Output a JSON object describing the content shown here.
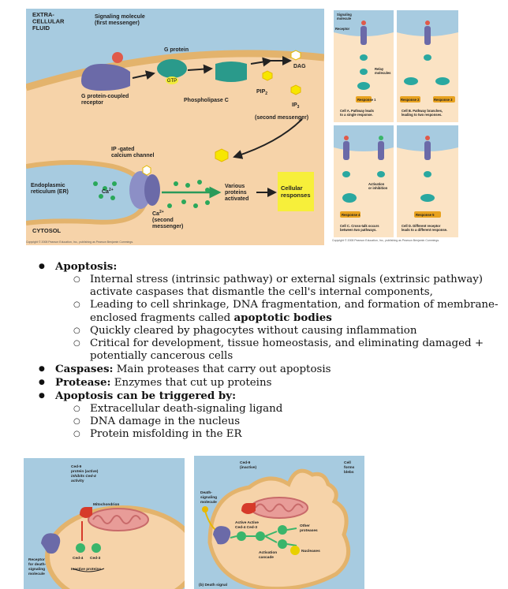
{
  "fig1": {
    "extracellular": [
      "EXTRA-",
      "CELLULAR",
      "FLUID"
    ],
    "signaling": [
      "Signaling molecule",
      "(first messenger)"
    ],
    "g_protein": "G protein",
    "gtp": "GTP",
    "gpcr": [
      "G protein-coupled",
      "receptor"
    ],
    "plc": "Phospholipase C",
    "dag": "DAG",
    "pip2": "PIP",
    "pip2_sub": "2",
    "ip3": "IP",
    "ip3_sub": "3",
    "second_messenger": "(second messenger)",
    "ip3_gated": [
      "IP -gated",
      "calcium channel"
    ],
    "er": [
      "Endoplasmic",
      "reticulum (ER)"
    ],
    "ca_er": "Ca",
    "various": [
      "Various",
      "proteins",
      "activated"
    ],
    "cellular": [
      "Cellular",
      "responses"
    ],
    "ca_second": [
      "Ca",
      "(second",
      "messenger)"
    ],
    "sup_2plus": "2+",
    "cytosol": "CYTOSOL",
    "copyright": "Copyright © 2008 Pearson Education, Inc., publishing as Pearson Benjamin Cummings."
  },
  "fig2": {
    "signaling_molecule": [
      "Signaling",
      "molecule"
    ],
    "receptor": "Receptor",
    "relay": [
      "Relay",
      "molecule",
      "s"
    ],
    "response1": "Response 1",
    "response2": "Response 2",
    "response3": "Response 3",
    "response4": "Response 4",
    "response5": "Response 5",
    "cell_a": [
      "Cell A. Pathway leads",
      "to a single response."
    ],
    "cell_b": [
      "Cell B. Pathway branches,",
      "leading to two responses."
    ],
    "activation": [
      "Activation",
      "or inhibition"
    ],
    "cell_c": [
      "Cell C. Cross-talk occurs",
      "between two pathways."
    ],
    "cell_d": [
      "Cell D. Different receptor",
      "leads to a different response."
    ],
    "copyright": "Copyright © 2008 Pearson Education, Inc., publishing as Pearson Benjamin Cummings."
  },
  "notes": [
    {
      "label": "Apoptosis:",
      "text": "",
      "sub": [
        {
          "text": "Internal stress (intrinsic pathway) or external signals (extrinsic pathway) activate caspases that dismantle the cell's internal components,"
        },
        {
          "text": "Leading to cell shrinkage, DNA fragmentation, and formation of membrane-enclosed fragments called ",
          "bold": "apoptotic bodies"
        },
        {
          "text": "Quickly cleared by phagocytes without causing inflammation"
        },
        {
          "text": "Critical for development, tissue homeostasis, and eliminating damaged + potentially cancerous cells"
        }
      ]
    },
    {
      "label": "Caspases:",
      "text": " Main proteases that carry out apoptosis"
    },
    {
      "label": "Protease:",
      "text": " Enzymes that cut up proteins"
    },
    {
      "label": "Apoptosis can be triggered by:",
      "text": "",
      "sub": [
        {
          "text": "Extracellular death-signaling ligand"
        },
        {
          "text": "DNA damage in the nucleus"
        },
        {
          "text": "Protein misfolding in the ER"
        }
      ]
    }
  ],
  "fig3": {
    "ced9": [
      "Ced-9",
      "protein (active)",
      "inhibits Ced-4",
      "activity"
    ],
    "mitochondrion": "Mitochondrion",
    "ced4": "Ced-4",
    "ced3": "Ced-3",
    "inactive": "Inactive proteins",
    "receptor": [
      "Receptor",
      "for death-",
      "signaling",
      "molecule"
    ]
  },
  "fig4": {
    "ced9": [
      "Ced-9",
      "(inactive)"
    ],
    "blebs": [
      "Cell",
      "forms",
      "blebs"
    ],
    "death_signal": [
      "Death-",
      "signaling",
      "molecule"
    ],
    "active": [
      "Active  Active",
      "Ced-4  Ced-3"
    ],
    "other": [
      "Other",
      "proteases"
    ],
    "nucleases": "Nucleases",
    "cascade": [
      "Activation",
      "cascade"
    ],
    "caption": "(b) Death signal"
  }
}
